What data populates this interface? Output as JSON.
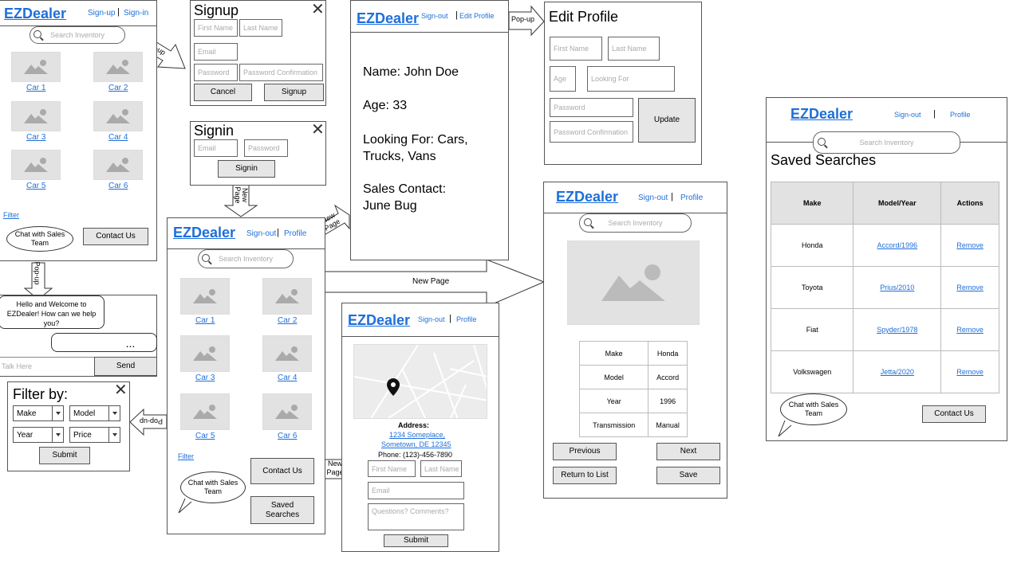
{
  "brand": "EZDealer",
  "nav": {
    "signup": "Sign-up",
    "signin": "Sign-in",
    "signout": "Sign-out",
    "edit_profile": "Edit Profile",
    "profile": "Profile",
    "separator": "|"
  },
  "search": {
    "placeholder": "Search Inventory"
  },
  "cars": [
    "Car 1",
    "Car 2",
    "Car 3",
    "Car 4",
    "Car 5",
    "Car 6"
  ],
  "home": {
    "filter": "Filter",
    "chat": "Chat with Sales Team",
    "contact": "Contact Us",
    "saved_searches": "Saved Searches"
  },
  "arrows": {
    "popup": "Pop-up",
    "new_page": "New Page"
  },
  "signup": {
    "title": "Signup",
    "first": "First Name",
    "last": "Last Name",
    "email": "Email",
    "password": "Password",
    "password_conf": "Password Confirmation",
    "cancel": "Cancel",
    "submit": "Signup"
  },
  "signin": {
    "title": "Signin",
    "email": "Email",
    "password": "Password",
    "submit": "Signin"
  },
  "chat": {
    "greeting": "Hello and Welcome to EZDealer! How can we help you?",
    "typing": "...",
    "input": "Talk Here",
    "send": "Send"
  },
  "filter": {
    "title": "Filter by:",
    "make": "Make",
    "model": "Model",
    "year": "Year",
    "price": "Price",
    "submit": "Submit"
  },
  "profile": {
    "name": "Name: John Doe",
    "age": "Age: 33",
    "looking": "Looking For: Cars, Trucks, Vans",
    "sales": "Sales Contact: June Bug"
  },
  "edit_profile": {
    "title": "Edit Profile",
    "first": "First Name",
    "last": "Last Name",
    "age": "Age",
    "looking": "Looking For",
    "password": "Password",
    "password_conf": "Password Confirmation",
    "update": "Update"
  },
  "contact": {
    "address_label": "Address:",
    "address_line1": "1234 Someplace,",
    "address_line2": "Sometown, DE 12345",
    "phone": "Phone: (123)-456-7890",
    "first": "First Name",
    "last": "Last Name",
    "email": "Email",
    "questions": "Questions? Comments?",
    "submit": "Submit"
  },
  "detail": {
    "rows": [
      [
        "Make",
        "Honda"
      ],
      [
        "Model",
        "Accord"
      ],
      [
        "Year",
        "1996"
      ],
      [
        "Transmission",
        "Manual"
      ]
    ],
    "previous": "Previous",
    "next": "Next",
    "return": "Return to List",
    "save": "Save"
  },
  "saved": {
    "title": "Saved Searches",
    "headers": [
      "Make",
      "Model/Year",
      "Actions"
    ],
    "rows": [
      [
        "Honda",
        "Accord/1996",
        "Remove"
      ],
      [
        "Toyota",
        "Prius/2010",
        "Remove"
      ],
      [
        "Fiat",
        "Spyder/1978",
        "Remove"
      ],
      [
        "Volkswagen",
        "Jetta/2020",
        "Remove"
      ]
    ],
    "chat": "Chat with Sales Team",
    "contact": "Contact Us"
  }
}
